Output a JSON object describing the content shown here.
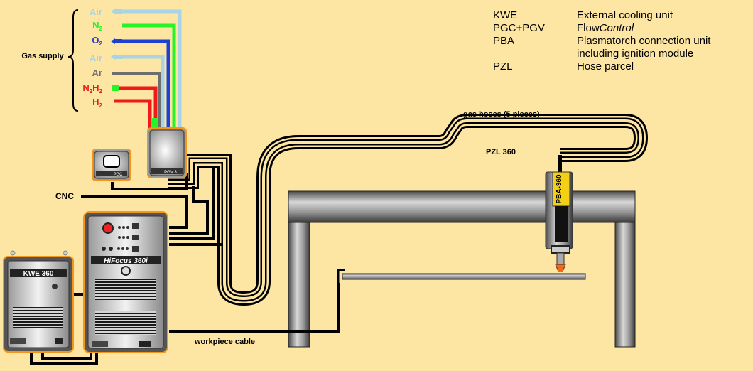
{
  "legend": [
    {
      "abbr": "KWE",
      "desc": "External cooling unit",
      "desc2": ""
    },
    {
      "abbr": "PGC+PGV",
      "desc": "Flow",
      "desc_italic": "Control",
      "desc2": ""
    },
    {
      "abbr": "PBA",
      "desc": "Plasmatorch connection unit",
      "desc2": "including ignition module"
    },
    {
      "abbr": "PZL",
      "desc": "Hose parcel",
      "desc2": ""
    }
  ],
  "gas_supply": {
    "title": "Gas supply",
    "gases": [
      {
        "label": "Air",
        "sub": "",
        "color": "#a9d4e4"
      },
      {
        "label": "N",
        "sub": "2",
        "color": "#27f327"
      },
      {
        "label": "O",
        "sub": "2",
        "color": "#1d3fd3"
      },
      {
        "label": "Air",
        "sub": "",
        "color": "#a9d4e4"
      },
      {
        "label": "Ar",
        "sub": "",
        "color": "#6e6e6e"
      },
      {
        "label": "N",
        "sub": "2",
        "label2": "H",
        "sub2": "2",
        "color": "#f01a1a"
      },
      {
        "label": "H",
        "sub": "2",
        "color": "#f01a1a"
      }
    ]
  },
  "labels": {
    "cnc": "CNC",
    "gas_hoses": "gas hoses (5 pieces)",
    "pzl": "PZL 360",
    "workpiece_cable": "workpiece cable",
    "pgc": "PGC",
    "pgv": "PGV 3",
    "kwe": "KWE 360",
    "hifocus": "HiFocus 360i",
    "pba": "PBA-360"
  },
  "colors": {
    "background": "#fde5a3",
    "hose": "#000000",
    "unit_border": "#f3961e"
  }
}
